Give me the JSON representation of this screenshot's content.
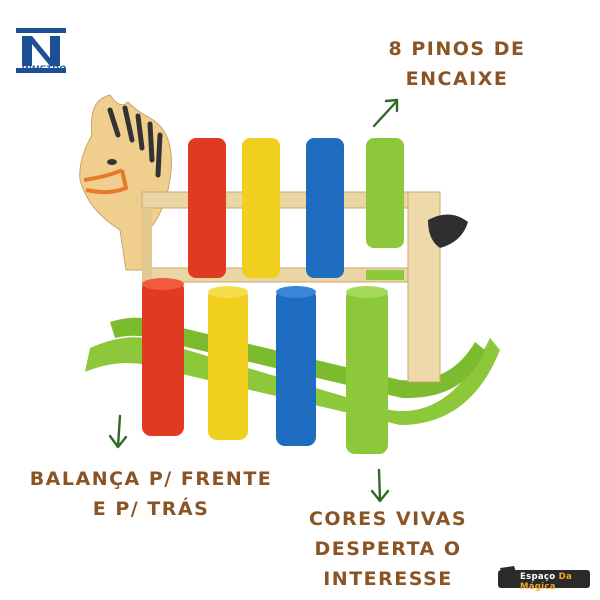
{
  "certification": {
    "logo_text": "INMETRO",
    "icon": "inmetro-logo-icon",
    "color": "#1d4f96"
  },
  "captions": {
    "pins": [
      "8 PINOS DE",
      "ENCAIXE"
    ],
    "rocking": [
      "BALANÇA P/ FRENTE",
      "E P/ TRÁS"
    ],
    "colors": [
      "CORES VIVAS",
      "DESPERTA O",
      "INTERESSE"
    ],
    "text_color": "#8a5424"
  },
  "arrows": {
    "color": "#2f6b24",
    "icon": "arrow-icon"
  },
  "product": {
    "icon": "rocking-horse-peg-toy-illustration",
    "peg_colors": [
      "#e03a22",
      "#f1cf1e",
      "#1f6dc1",
      "#8cc83a"
    ]
  },
  "brand": {
    "text_prefix": "Espaço",
    "text_suffix": " Da Mágica",
    "icon": "brand-clapperboard-icon"
  }
}
